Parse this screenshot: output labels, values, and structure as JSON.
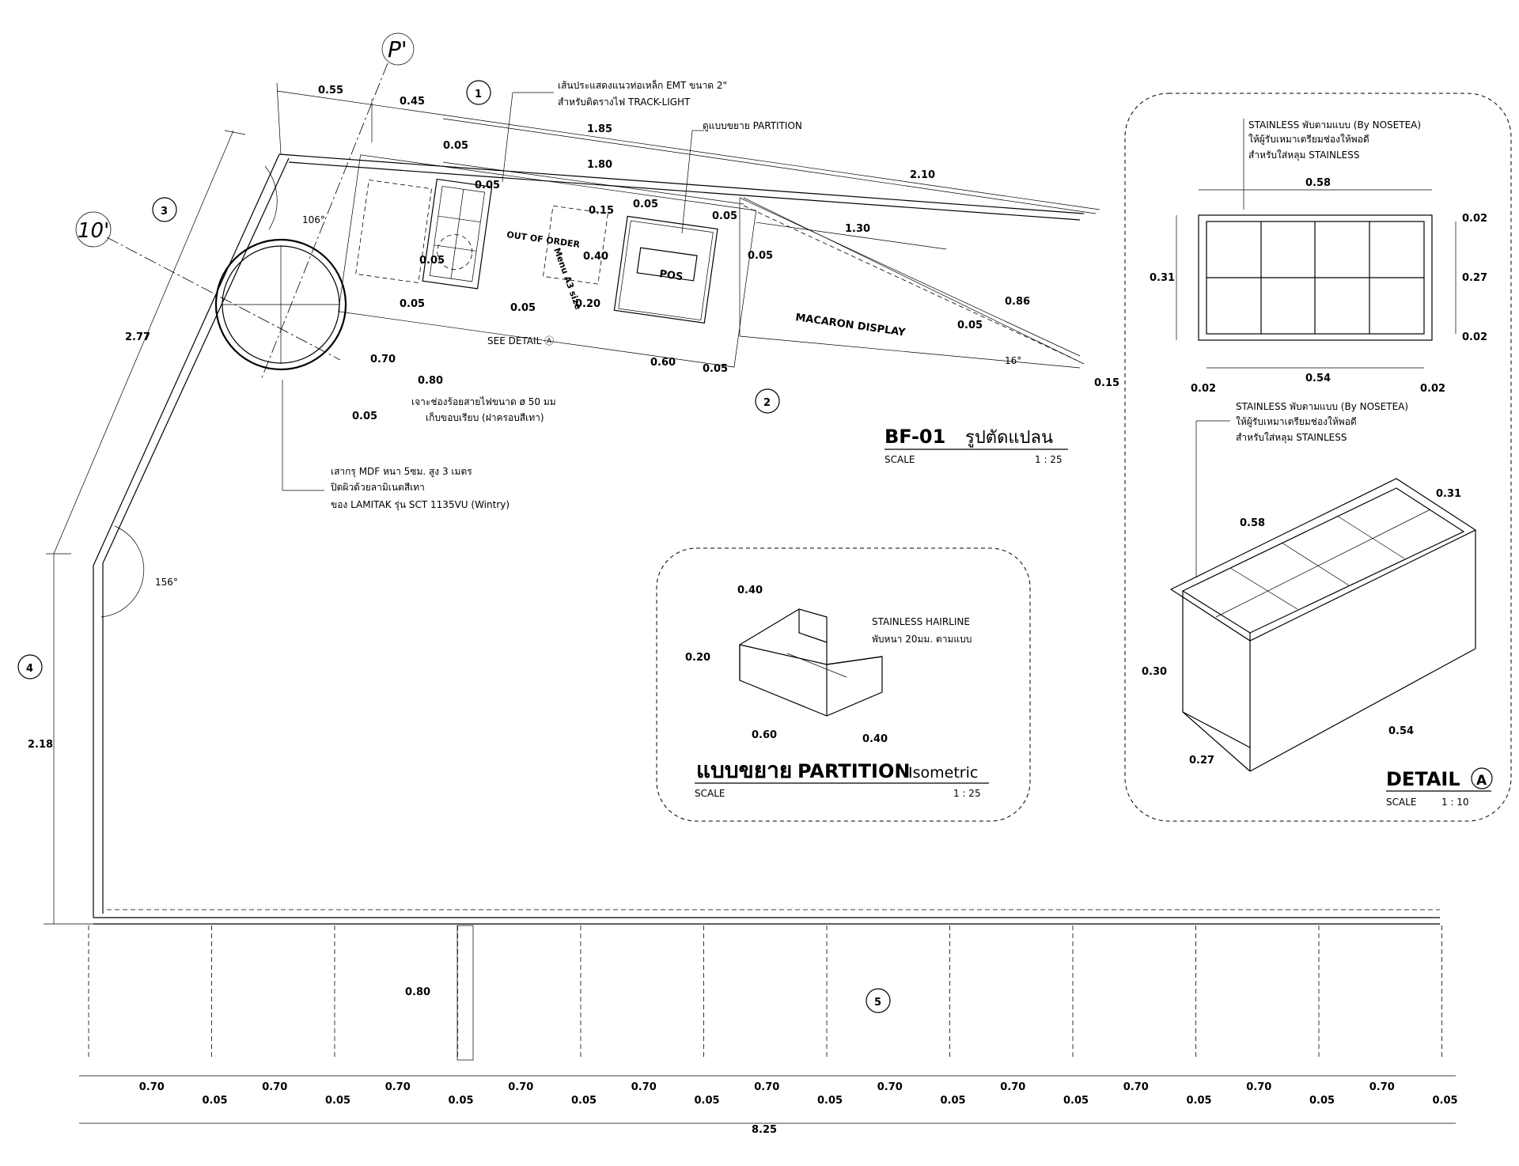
{
  "plan": {
    "title": "BF-01",
    "title_th": "รูปตัดแปลน",
    "scale_label": "SCALE",
    "scale_value": "1 : 25",
    "grid_labels": {
      "p": "P'",
      "ten": "10'"
    },
    "view_markers": [
      "1",
      "2",
      "3",
      "4",
      "5"
    ],
    "labels": {
      "out_of_order": "OUT OF ORDER",
      "menu": "Menu A3 size",
      "pos": "POS",
      "macaron": "MACARON DISPLAY",
      "see_detail": "SEE DETAIL Ⓐ"
    },
    "angles": [
      "106°",
      "156°",
      "16°"
    ],
    "dims": {
      "d055": "0.55",
      "d045": "0.45",
      "d185": "1.85",
      "d180": "1.80",
      "d210": "2.10",
      "d130": "1.30",
      "d086": "0.86",
      "d015": "0.15",
      "d040": "0.40",
      "d020": "0.20",
      "d060": "0.60",
      "d070": "0.70",
      "d080": "0.80",
      "d277": "2.77",
      "d218": "2.18",
      "d005": "0.05",
      "d825": "8.25"
    },
    "notes": {
      "emt_1": "เส้นประแสดงแนวท่อเหล็ก EMT ขนาด 2\"",
      "emt_2": "สำหรับติดรางไฟ TRACK-LIGHT",
      "partition_ref": "ดูแบบขยาย PARTITION",
      "hole_1": "เจาะช่องร้อยสายไฟขนาด ø 50 มม",
      "hole_2": "เก็บขอบเรียบ (ฝาครอบสีเทา)",
      "column_1": "เสากรุ MDF หนา 5ซม. สูง 3 เมตร",
      "column_2": "ปิดผิวด้วยลามิเนตสีเทา",
      "column_3": "ของ LAMITAK รุ่น SCT 1135VU (Wintry)"
    },
    "bottom_row": [
      "0.70",
      "0.05",
      "0.70",
      "0.05",
      "0.70",
      "0.05",
      "0.70",
      "0.05",
      "0.70",
      "0.05",
      "0.70",
      "0.05",
      "0.70",
      "0.05",
      "0.70",
      "0.05",
      "0.70",
      "0.05",
      "0.70",
      "0.05",
      "0.70",
      "0.05"
    ]
  },
  "partition": {
    "title_th": "แบบขยาย",
    "title": "PARTITION",
    "subtitle": "Isometric",
    "scale_label": "SCALE",
    "scale_value": "1 : 25",
    "note_1": "STAINLESS HAIRLINE",
    "note_2": "พับหนา 20มม. ตามแบบ",
    "dims": {
      "w": "0.40",
      "h": "0.20",
      "l": "0.60",
      "d": "0.40"
    }
  },
  "detail": {
    "title": "DETAIL",
    "marker": "A",
    "scale_label": "SCALE",
    "scale_value": "1 : 10",
    "note_1": "STAINLESS พับตามแบบ (By NOSETEA)",
    "note_2": "ให้ผู้รับเหมาเตรียมช่องให้พอดี",
    "note_3": "สำหรับใส่หลุม STAINLESS",
    "top_dims": {
      "w_outer": "0.58",
      "w_inner": "0.54",
      "h_outer": "0.31",
      "h_inner": "0.27",
      "edge": "0.02"
    },
    "iso_dims": {
      "w": "0.58",
      "d": "0.31",
      "h": "0.30",
      "w_in": "0.54",
      "d_in": "0.27"
    }
  },
  "colors": {
    "ink": "#000000",
    "paper": "#ffffff"
  }
}
